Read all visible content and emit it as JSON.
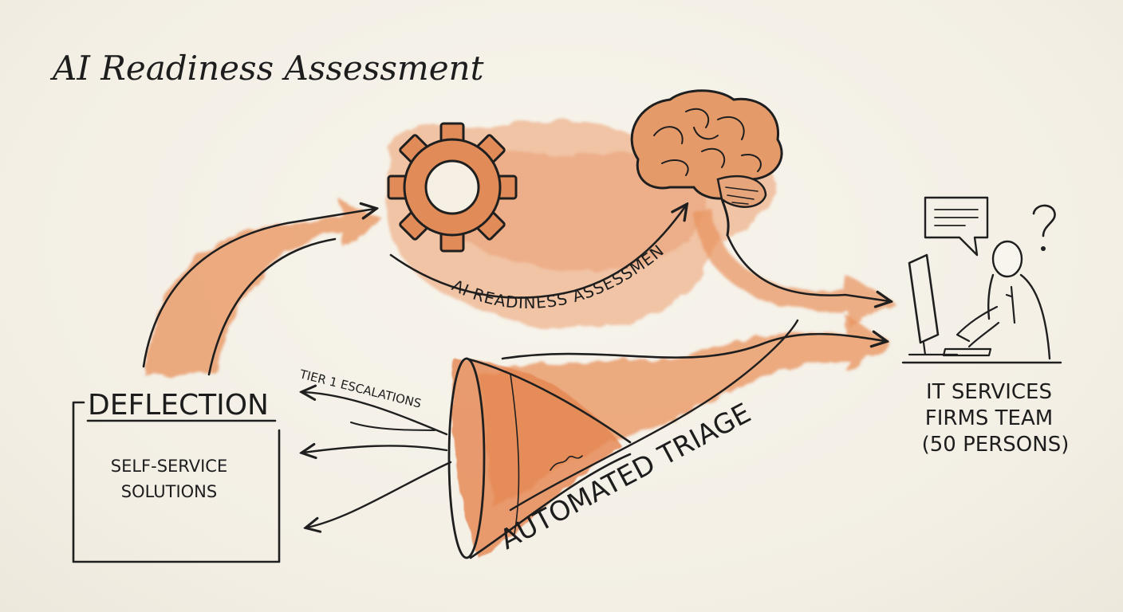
{
  "title": "AI Readiness Assessment",
  "path_label": "AI READINESS ASSESSMENT",
  "funnel_label": "AUTOMATED TRIAGE",
  "escalation_label": "TIER 1 ESCALATIONS",
  "deflection": {
    "heading": "DEFLECTION",
    "body_line1": "SELF-SERVICE",
    "body_line2": "SOLUTIONS"
  },
  "team": {
    "line1": "IT SERVICES",
    "line2": "FIRMS TEAM",
    "line3": "(50 PERSONS)"
  },
  "colors": {
    "watercolor": "#e7935f",
    "watercolor_light": "#f1bf9a",
    "ink": "#1f1f1f",
    "paper": "#f4f1e8"
  },
  "icons": [
    "gear-icon",
    "brain-icon",
    "funnel-icon",
    "speech-bubble-icon",
    "question-mark-icon",
    "person-at-computer-icon"
  ]
}
